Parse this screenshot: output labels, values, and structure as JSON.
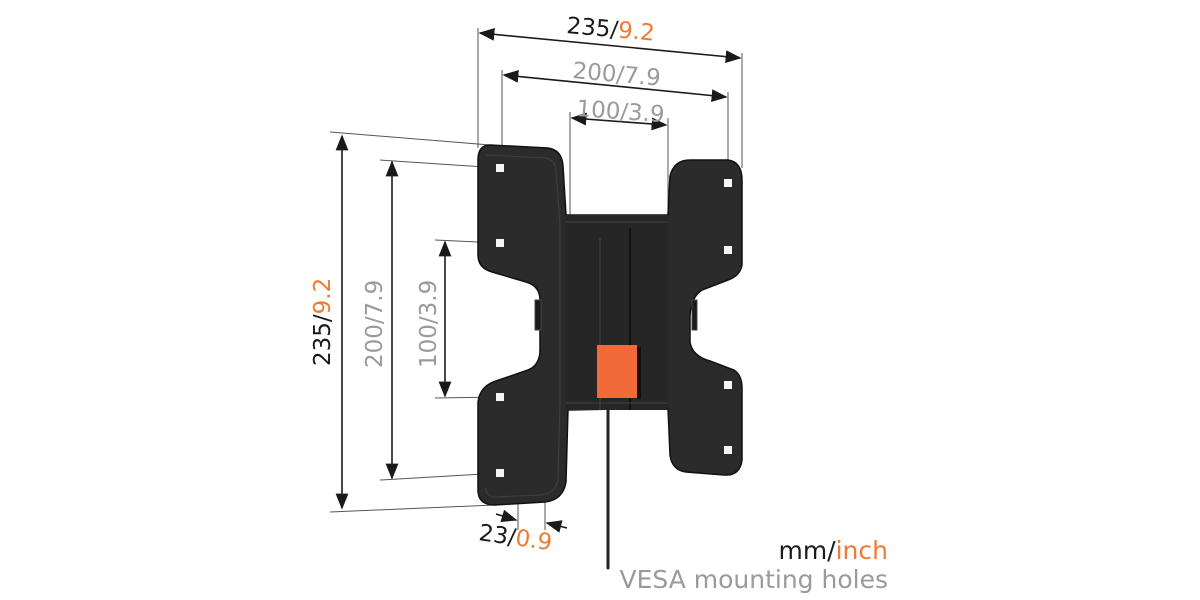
{
  "colors": {
    "dimension_dark": "#1a1a1a",
    "dimension_gray": "#9a9a9a",
    "accent_orange": "#f07a32",
    "bracket": "#2b2b2b"
  },
  "dimensions": {
    "width_outer": {
      "mm": "235",
      "inch": "9.2"
    },
    "width_vesa_max": {
      "mm": "200",
      "inch": "7.9"
    },
    "width_vesa_min": {
      "mm": "100",
      "inch": "3.9"
    },
    "height_outer": {
      "mm": "235",
      "inch": "9.2"
    },
    "height_vesa_max": {
      "mm": "200",
      "inch": "7.9"
    },
    "height_vesa_min": {
      "mm": "100",
      "inch": "3.9"
    },
    "depth": {
      "mm": "23",
      "inch": "0.9"
    }
  },
  "legend": {
    "unit_mm": "mm/",
    "unit_inch": "inch",
    "caption": "VESA mounting holes"
  }
}
